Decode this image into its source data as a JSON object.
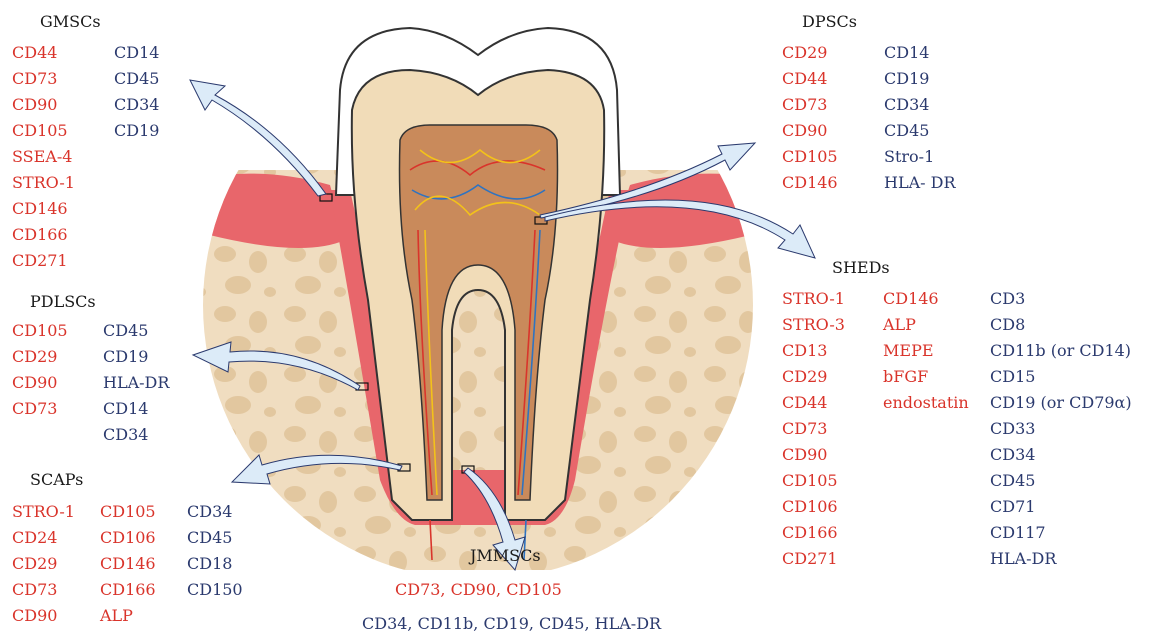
{
  "colors": {
    "positive": "#d9342b",
    "negative": "#2b3a6e",
    "gum": "#e8666b",
    "bone": "#f0ddc0",
    "dentin": "#f1dcb8",
    "pulp": "#c98a5b"
  },
  "groups": {
    "gmscs": {
      "title": "GMSCs",
      "positive": [
        "CD44",
        "CD73",
        "CD90",
        "CD105",
        "SSEA-4",
        "STRO-1",
        "CD146",
        "CD166",
        "CD271"
      ],
      "negative": [
        "CD14",
        "CD45",
        "CD34",
        "CD19"
      ]
    },
    "dpscs": {
      "title": "DPSCs",
      "positive": [
        "CD29",
        "CD44",
        "CD73",
        "CD90",
        "CD105",
        "CD146"
      ],
      "negative": [
        "CD14",
        "CD19",
        "CD34",
        "CD45",
        "Stro-1",
        "HLA- DR"
      ]
    },
    "pdlscs": {
      "title": "PDLSCs",
      "positive": [
        "CD105",
        "CD29",
        "CD90",
        "CD73"
      ],
      "negative": [
        "CD45",
        "CD19",
        "HLA-DR",
        "CD14",
        "CD34"
      ]
    },
    "scaps": {
      "title": "SCAPs",
      "positive_1": [
        "STRO-1",
        "CD24",
        "CD29",
        "CD73",
        "CD90"
      ],
      "positive_2": [
        "CD105",
        "CD106",
        "CD146",
        "CD166",
        "ALP"
      ],
      "negative": [
        "CD34",
        "CD45",
        "CD18",
        "CD150"
      ]
    },
    "sheds": {
      "title": "SHEDs",
      "positive_1": [
        "STRO-1",
        "STRO-3",
        "CD13",
        "CD29",
        "CD44",
        "CD73",
        "CD90",
        "CD105",
        "CD106",
        "CD166",
        "CD271"
      ],
      "positive_2": [
        "CD146",
        "ALP",
        "MEPE",
        "bFGF",
        "endostatin"
      ],
      "negative": [
        "CD3",
        "CD8",
        "CD11b (or CD14)",
        "CD15",
        "CD19 (or CD79α)",
        "CD33",
        "CD34",
        "CD45",
        "CD71",
        "CD117",
        "HLA-DR"
      ]
    },
    "jmmscs": {
      "title": "JMMSCs",
      "positive": "CD73, CD90, CD105",
      "negative": "CD34, CD11b, CD19, CD45, HLA-DR"
    }
  }
}
